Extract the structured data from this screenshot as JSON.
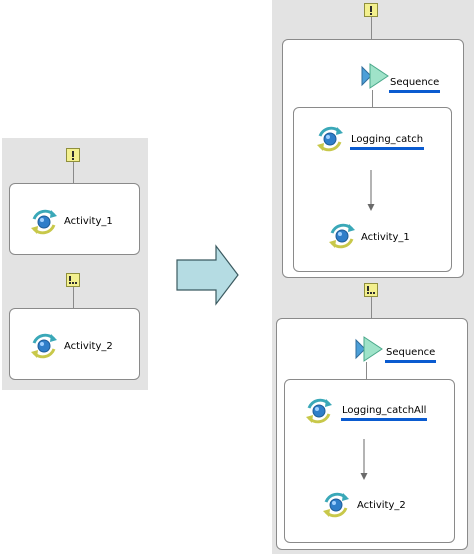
{
  "before": {
    "activity_1": "Activity_1",
    "activity_2": "Activity_2"
  },
  "after": {
    "sequence_1": "Sequence",
    "catch_1": "Logging_catch",
    "activity_1": "Activity_1",
    "sequence_2": "Sequence",
    "catch_2": "Logging_catchAll",
    "activity_2": "Activity_2"
  },
  "icons": {
    "fault_marker": "fault-handler-icon",
    "fault_all_marker": "fault-handler-all-icon",
    "activity": "activity-icon",
    "sequence": "sequence-icon",
    "arrow": "transform-arrow"
  },
  "colors": {
    "panel": "#e3e3e3",
    "underline": "#0a5bd0",
    "arrow_fill": "#b5dce3",
    "marker_fill": "#f3f08e"
  }
}
